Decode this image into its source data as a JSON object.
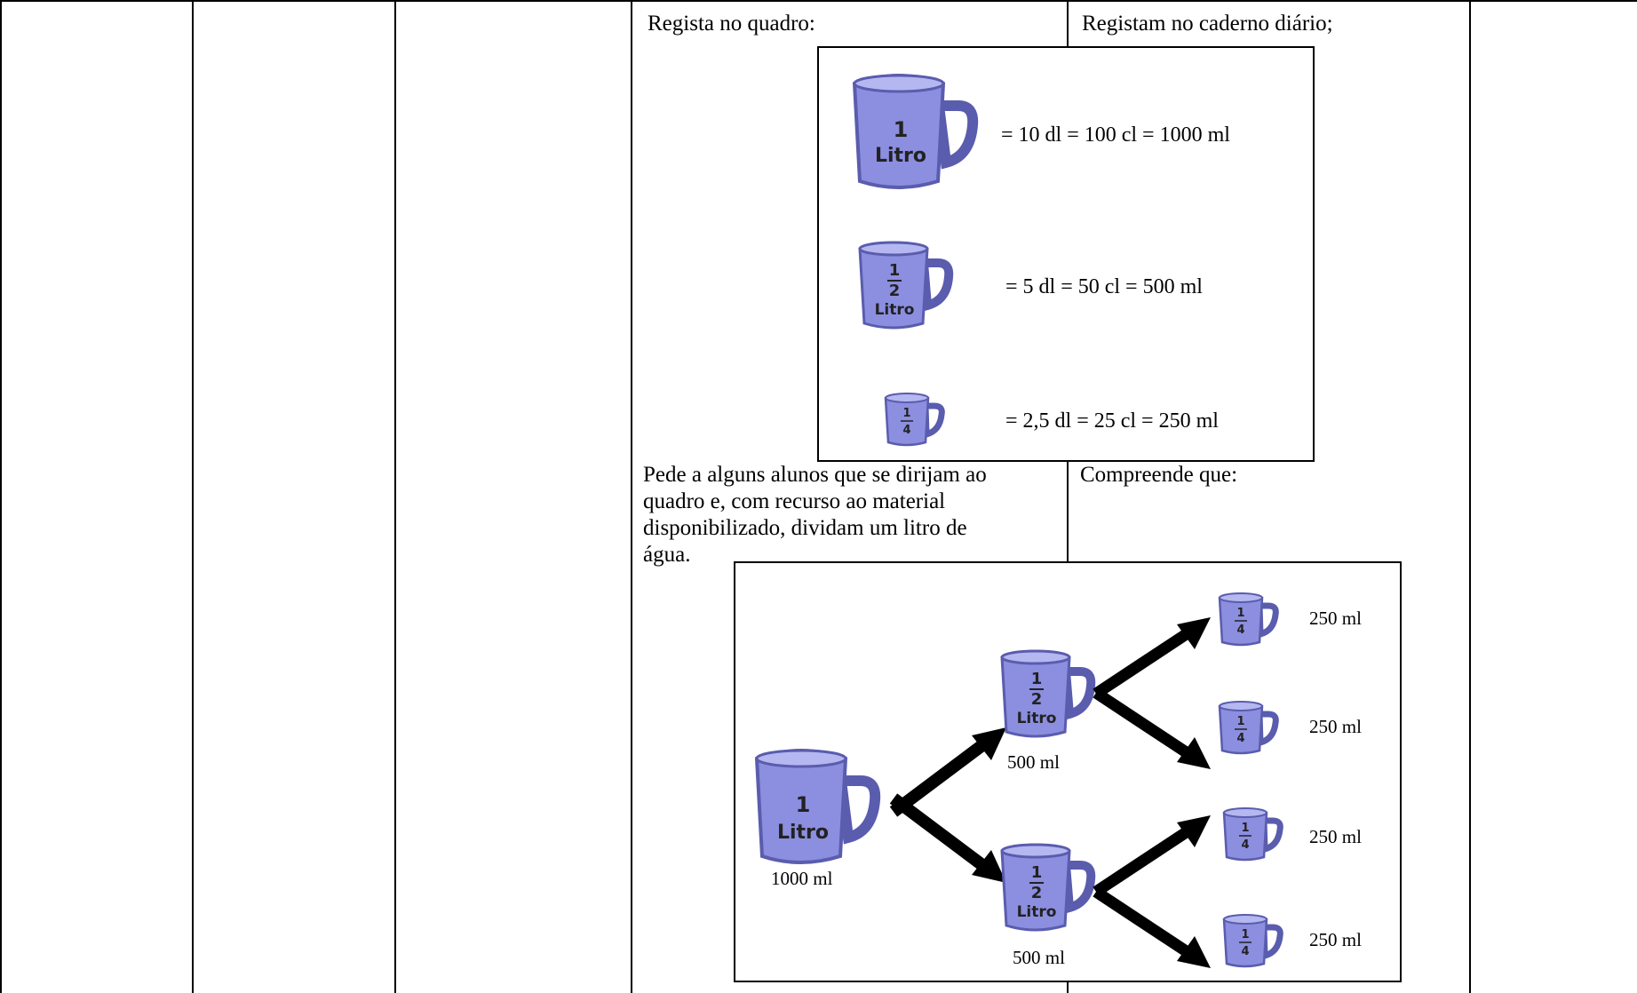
{
  "table": {
    "teacher_1": "Regista no quadro:",
    "student_1": "Registam no caderno diário;",
    "teacher_2_lines": [
      "Pede a alguns alunos que se dirijam ao",
      "quadro e, com recurso ao material",
      "disponibilizado, dividam um litro de",
      "água."
    ],
    "student_2": "Compreende que:"
  },
  "equivalences": {
    "jug_1l": {
      "fraction": "1",
      "unit": "Litro"
    },
    "jug_half": {
      "numerator": "1",
      "denominator": "2",
      "unit": "Litro"
    },
    "jug_quarter": {
      "numerator": "1",
      "denominator": "4"
    },
    "eq_1l": "= 10 dl = 100 cl = 1000 ml",
    "eq_half": "= 5 dl = 50 cl = 500 ml",
    "eq_quarter": "= 2,5 dl = 25 cl = 250 ml"
  },
  "division_tree": {
    "root_label": "1000 ml",
    "half_top_label": "500 ml",
    "half_bottom_label": "500 ml",
    "quarter_labels": [
      "250 ml",
      "250 ml",
      "250 ml",
      "250 ml"
    ]
  },
  "colors": {
    "jug_fill": "#8c8ee0",
    "jug_dark": "#5a5cae",
    "jug_light": "#b5b7f0"
  }
}
